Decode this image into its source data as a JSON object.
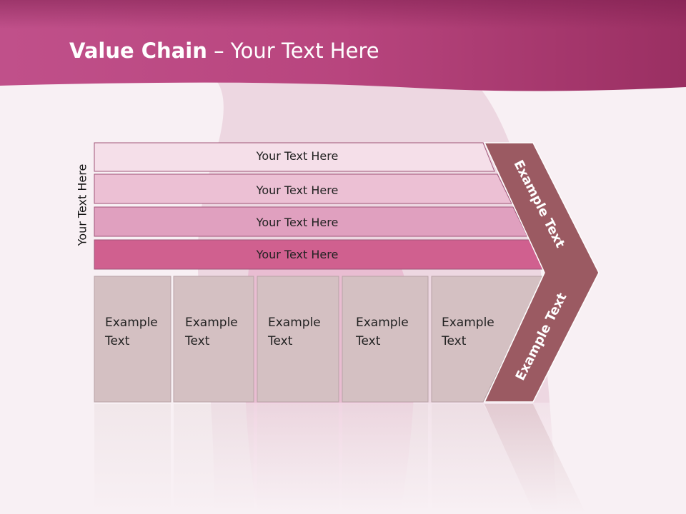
{
  "slide": {
    "title_bold": "Value Chain",
    "title_rest": " – Your Text Here",
    "side_label": "Your Text Here"
  },
  "support_rows": [
    {
      "label": "Your Text Here"
    },
    {
      "label": "Your Text Here"
    },
    {
      "label": "Your Text Here"
    },
    {
      "label": "Your Text Here"
    }
  ],
  "primary_boxes": [
    {
      "line1": "Example",
      "line2": "Text"
    },
    {
      "line1": "Example",
      "line2": "Text"
    },
    {
      "line1": "Example",
      "line2": "Text"
    },
    {
      "line1": "Example",
      "line2": "Text"
    },
    {
      "line1": "Example",
      "line2": "Text"
    }
  ],
  "arrow": {
    "upper_label": "Example Text",
    "lower_label": "Example Text"
  },
  "colors": {
    "header": "#b83a78",
    "row1": "#f5dfe9",
    "row2": "#ecc0d4",
    "row3": "#e0a0bf",
    "row4": "#d0608f",
    "boxes": "#d4c0c2",
    "chevron": "#9b5a62"
  }
}
